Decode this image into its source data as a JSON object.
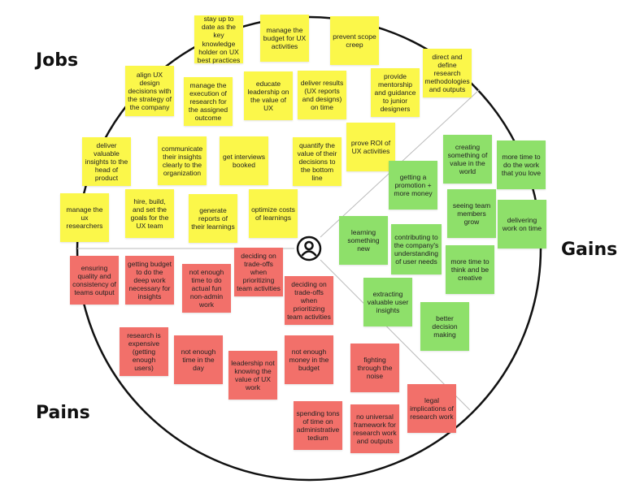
{
  "labels": {
    "jobs": "Jobs",
    "gains": "Gains",
    "pains": "Pains"
  },
  "colors": {
    "jobs": "#fbf74a",
    "gains": "#8ee06a",
    "pains": "#f2706a",
    "outline": "#111111",
    "divider": "#bbbbbb"
  },
  "center_icon": "user-icon",
  "jobs": [
    "stay up to date as the key knowledge holder on UX best practices",
    "manage the budget for UX activities",
    "prevent scope creep",
    "direct and define research methodologies and outputs",
    "align UX design decisions with the strategy of the company",
    "manage the execution of research for the assigned outcome",
    "educate leadership on the value of UX",
    "deliver results (UX reports and designs) on time",
    "provide mentorship and guidance to junior designers",
    "prove ROI of UX activities",
    "deliver valuable insights to the head of product",
    "communicate their insights clearly to the organization",
    "get interviews booked",
    "quantify the value of their decisions to the bottom line",
    "manage the ux researchers",
    "hire, build, and set the goals for the UX team",
    "generate reports of their learnings",
    "optimize costs of learnings"
  ],
  "gains": [
    "creating something of value in the world",
    "more time to do the work that you love",
    "getting a promotion + more money",
    "seeing team members grow",
    "delivering work on time",
    "learning something new",
    "contributing to the company's understanding of user needs",
    "more time to think and be creative",
    "extracting valuable user insights",
    "better decision making"
  ],
  "pains": [
    "ensuring quality and consistency of teams output",
    "getting budget to do the deep work necessary for insights",
    "not enough time to do actual fun non-admin work",
    "deciding on trade-offs when prioritizing team activities",
    "deciding on trade-offs when prioritizing team activities",
    "research is expensive (getting enough users)",
    "not enough time in the day",
    "leadership not knowing the value of UX work",
    "not enough money in the budget",
    "fighting through the noise",
    "legal implications of research work",
    "spending tons of time on administrative tedium",
    "no universal framework for research work and outputs"
  ]
}
